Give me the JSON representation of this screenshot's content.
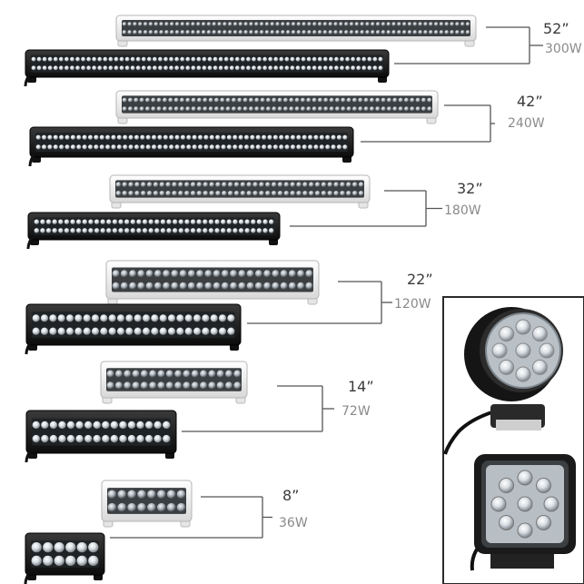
{
  "products": [
    {
      "size": "52”",
      "power": "300W"
    },
    {
      "size": "42”",
      "power": "240W"
    },
    {
      "size": "32”",
      "power": "180W"
    },
    {
      "size": "22”",
      "power": "120W"
    },
    {
      "size": "14”",
      "power": "72W"
    },
    {
      "size": "8”",
      "power": "36W"
    }
  ],
  "inset": {
    "items": [
      "round-work-light",
      "square-work-light"
    ]
  },
  "colors": {
    "background": "#ffffff",
    "dark_housing": "#1b1b1b",
    "white_housing": "#f2f2f2",
    "led_lens": "#cfd6dc",
    "bracket_line": "#555555",
    "label_text": "#3a3a3a",
    "watt_text": "#8a8a8a"
  }
}
